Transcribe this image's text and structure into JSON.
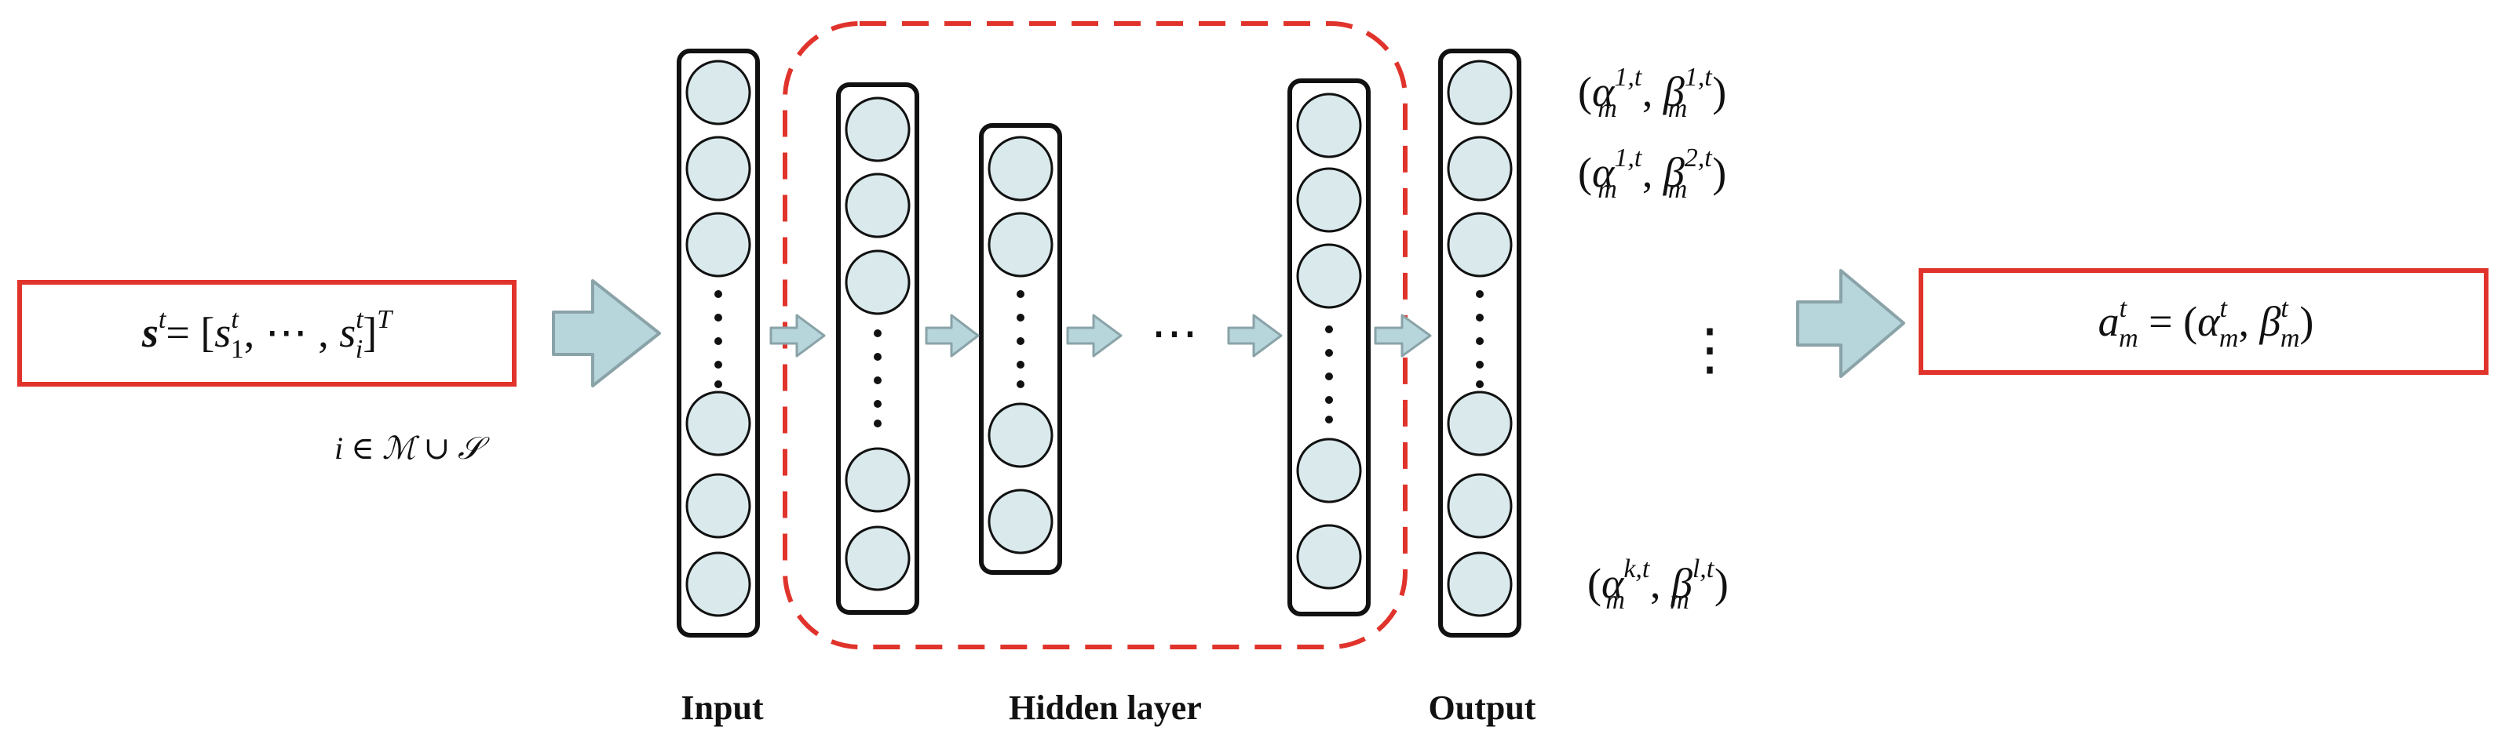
{
  "input_box": {
    "s_symbol": "s",
    "s_superscript": "t",
    "equals_open": "= [",
    "s1": "s",
    "s1_sup": "t",
    "s1_sub": "1",
    "middle": ", ⋯ , ",
    "si": "s",
    "si_sup": "t",
    "si_sub": "i",
    "close": "]",
    "close_sup": "T"
  },
  "index_note": "i ∈ ℳ ∪ 𝒮",
  "layer_labels": {
    "input": "Input",
    "hidden": "Hidden layer",
    "output": "Output"
  },
  "hidden_ellipsis": "⋯",
  "outputs": [
    {
      "alpha_sup": "1,t",
      "beta_sup": "1,t",
      "sub": "m"
    },
    {
      "alpha_sup": "1,t",
      "beta_sup": "2,t",
      "sub": "m"
    },
    {
      "alpha_sup": "k,t",
      "beta_sup": "l,t",
      "sub": "m"
    }
  ],
  "output_vertical_ellipsis": "⋮",
  "action_box": {
    "a": "a",
    "a_sup": "t",
    "a_sub": "m",
    "equals": " = (",
    "alpha": "α",
    "alpha_sup": "t",
    "alpha_sub": "m",
    "comma": ", ",
    "beta": "β",
    "beta_sup": "t",
    "beta_sub": "m",
    "close": ")"
  },
  "colors": {
    "highlight_red": "#e0332b",
    "neuron_fill": "#d9e9ec",
    "arrow_fill": "#b7d6dc",
    "arrow_stroke": "#8aa3a8",
    "outline": "#111111"
  }
}
